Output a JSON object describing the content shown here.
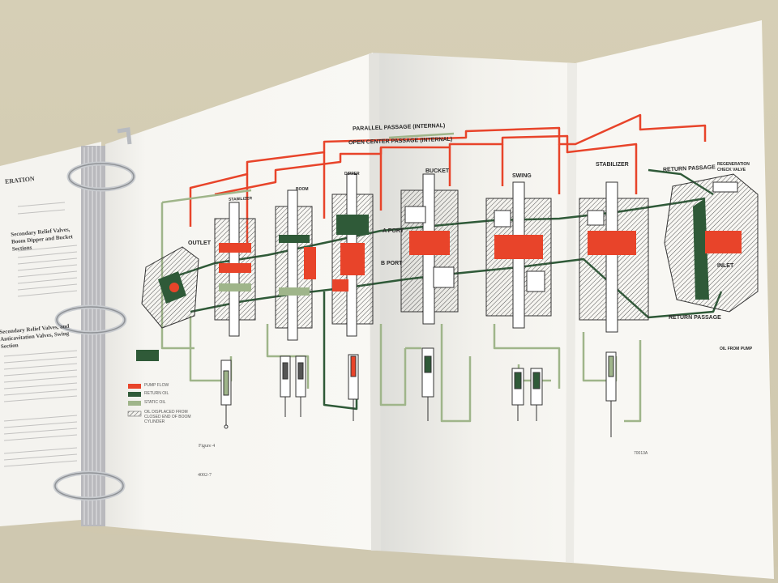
{
  "photo": {
    "subject": "open service manual binder with fold-out hydraulic schematic",
    "colors": {
      "wall": "#d8d0b8",
      "paper": "#f7f6f2",
      "pump_flow": "#e8442a",
      "return_oil": "#2f5a38",
      "static_oil": "#9fb58a",
      "ring_metal": "#c9ccd0"
    }
  },
  "left_page": {
    "section_heading": "ERATION",
    "heading_secondary_relief": "Secondary Relief Valves, Boom Dipper and Bucket Sections",
    "heading_swing": "Secondary Relief Valves, and Anticavitation Valves, Swing Section"
  },
  "diagram": {
    "top_lines": [
      "PARALLEL PASSAGE (INTERNAL)",
      "OPEN CENTER PASSAGE (INTERNAL)"
    ],
    "sections": [
      "OUTLET",
      "STABILIZER",
      "BOOM",
      "DIPPER",
      "BUCKET",
      "SWING",
      "STABILIZER"
    ],
    "port_labels": [
      "A PORT",
      "B PORT"
    ],
    "right_labels": [
      "RETURN PASSAGE",
      "REGENERATION CHECK VALVE",
      "INLET",
      "RETURN PASSAGE",
      "OIL FROM PUMP"
    ],
    "legend": [
      "PUMP FLOW",
      "RETURN OIL",
      "STATIC OIL",
      "OIL DISPLACED FROM CLOSED END OF BOOM CYLINDER"
    ],
    "figure_caption": "Figure 4",
    "page_number": "4002-7",
    "drawing_code": "70013A"
  }
}
